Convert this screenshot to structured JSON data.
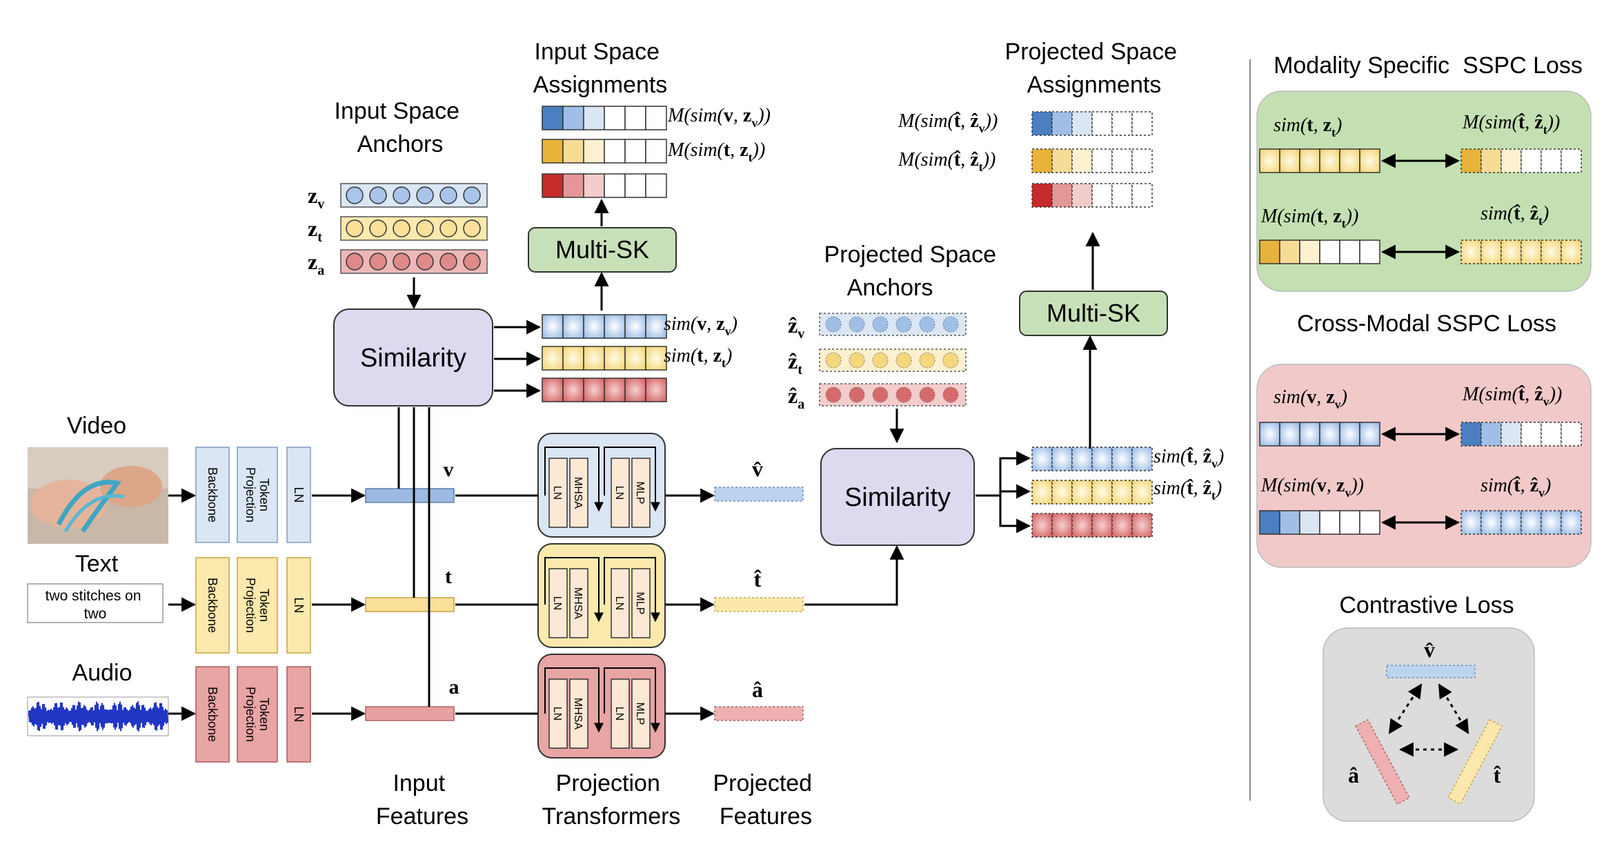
{
  "colors": {
    "video": "#dbe6f4",
    "video_dark": "#4a7fc1",
    "text": "#fbe9ad",
    "text_dark": "#e7b33a",
    "audio": "#e9a4a4",
    "audio_dark": "#c62b2b",
    "similarity_box": "#ddd9ef",
    "multisk_box": "#c8e0b8",
    "green_panel": "#c4e0b2",
    "red_panel": "#f2c9c9",
    "gray_panel": "#dcdcdc"
  },
  "inputs": {
    "video_label": "Video",
    "text_label": "Text",
    "text_sample": "two stitches on two",
    "audio_label": "Audio"
  },
  "encoder": {
    "backbone": "Backbone",
    "token_projection": "Token Projection",
    "ln": "LN"
  },
  "features": {
    "v": "v",
    "t": "t",
    "a": "a",
    "v_hat": "v̂",
    "t_hat": "t̂",
    "a_hat": "â"
  },
  "transformer": {
    "ln1": "LN",
    "mhsa": "MHSA",
    "ln2": "LN",
    "mlp": "MLP"
  },
  "anchors": {
    "input_title_1": "Input Space",
    "input_title_2": "Anchors",
    "zv": "z",
    "zv_sub": "v",
    "zt": "z",
    "zt_sub": "t",
    "za": "z",
    "za_sub": "a",
    "projected_title_1": "Projected Space",
    "projected_title_2": "Anchors"
  },
  "similarity_label": "Similarity",
  "multisk_label": "Multi-SK",
  "assignments": {
    "input_title_1": "Input Space",
    "input_title_2": "Assignments",
    "projected_title_1": "Projected Space",
    "projected_title_2": "Assignments",
    "m_sim_v_zv": "M(sim(v, z_v))",
    "m_sim_t_zt": "M(sim(t, z_t))",
    "m_sim_that_zvhat": "M(sim(t̂, ẑ_v))",
    "m_sim_that_zthat": "M(sim(t̂, ẑ_t))"
  },
  "sims": {
    "sim_v_zv": "sim(v, z_v)",
    "sim_t_zt": "sim(t, z_t)",
    "sim_that_zvhat": "sim(t̂, ẑ_v)",
    "sim_that_zthat": "sim(t̂, ẑ_t)"
  },
  "bottom_labels": {
    "input_features_1": "Input",
    "input_features_2": "Features",
    "proj_transformers_1": "Projection",
    "proj_transformers_2": "Transformers",
    "proj_features_1": "Projected",
    "proj_features_2": "Features"
  },
  "losses": {
    "modality_specific_title": "Modality Specific  SSPC Loss",
    "ms_sim_t_zt": "sim(t, z_t)",
    "ms_m_sim_that_zthat": "M(sim(t̂, ẑ_t))",
    "ms_m_sim_t_zt": "M(sim(t, z_t))",
    "ms_sim_that_zthat": "sim(t̂, ẑ_t)",
    "cross_modal_title": "Cross-Modal SSPC Loss",
    "cm_sim_v_zv": "sim(v, z_v)",
    "cm_m_sim_that_zvhat": "M(sim(t̂, ẑ_v))",
    "cm_m_sim_v_zv": "M(sim(v, z_v))",
    "cm_sim_that_zvhat": "sim(t̂, ẑ_v)",
    "contrastive_title": "Contrastive Loss",
    "c_v": "v̂",
    "c_a": "â",
    "c_t": "t̂"
  }
}
